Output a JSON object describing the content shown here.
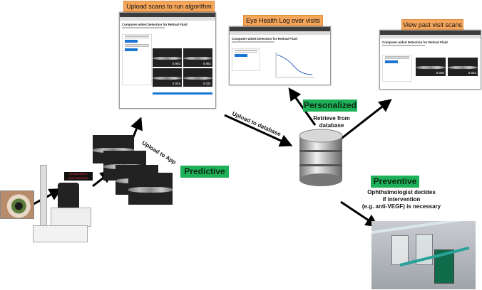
{
  "labels": {
    "upload_scans": "Upload scans to run algorithm",
    "eye_health_log": "Eye Health Log over visits",
    "view_past": "View past visit scans",
    "personalized": "Personalized",
    "predictive": "Predictive",
    "preventive": "Preventive",
    "upload_to_app": "Upload to App",
    "upload_to_database": "Upload to database",
    "retrieve_from_database": "Retrieve from\ndatabase",
    "ophthalmologist": "Ophthalmologist decides\nif intervention\n(e.g. anti-VEGF) is necessary"
  },
  "app": {
    "title": "Computer-aided Detection for Retinal Fluid"
  },
  "scores": {
    "main": [
      "0.962",
      "0.981",
      "0.045",
      "0.031"
    ],
    "past": [
      "0.035",
      "0.031"
    ]
  },
  "device_brand": "HEIDELBERG ENGINEERING",
  "colors": {
    "orange": "#f6a65a",
    "green": "#1fb05a",
    "arrow": "#000000"
  }
}
